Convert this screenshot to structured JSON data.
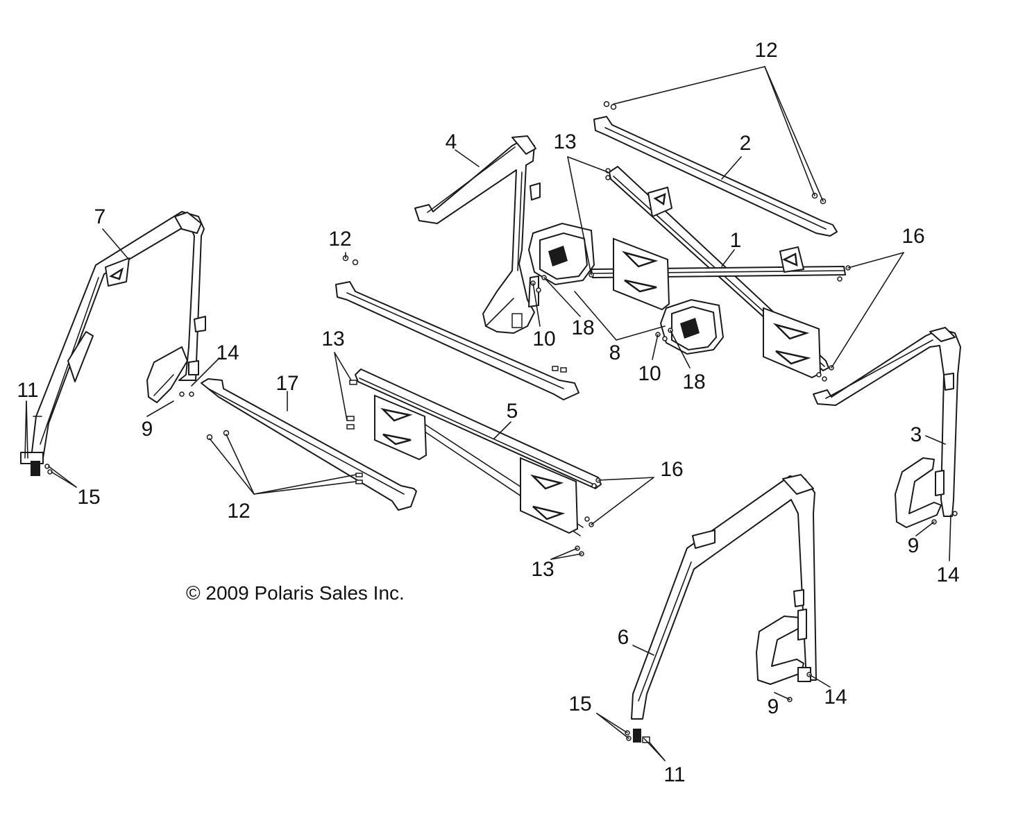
{
  "copyright": "© 2009 Polaris Sales Inc.",
  "callouts": {
    "c1": "1",
    "c2": "2",
    "c3": "3",
    "c4": "4",
    "c5": "5",
    "c6": "6",
    "c7": "7",
    "c8": "8",
    "c9a": "9",
    "c9b": "9",
    "c9c": "9",
    "c10a": "10",
    "c10b": "10",
    "c11a": "11",
    "c11b": "11",
    "c12a": "12",
    "c12b": "12",
    "c12c": "12",
    "c13a": "13",
    "c13b": "13",
    "c13c": "13",
    "c14a": "14",
    "c14b": "14",
    "c14c": "14",
    "c15a": "15",
    "c15b": "15",
    "c16a": "16",
    "c16b": "16",
    "c17": "17",
    "c18a": "18",
    "c18b": "18"
  }
}
